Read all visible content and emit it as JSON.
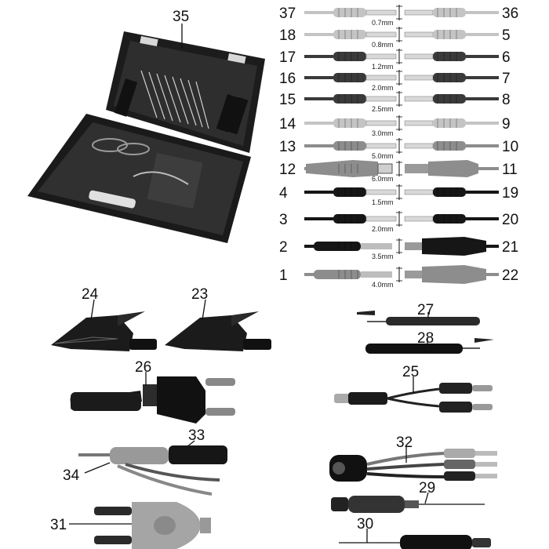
{
  "case": {
    "label": "35"
  },
  "connector_rows": [
    {
      "left": "37",
      "right": "36",
      "size": "0.7mm",
      "tone": "light",
      "style": "thin"
    },
    {
      "left": "18",
      "right": "5",
      "size": "0.8mm",
      "tone": "light",
      "style": "thin"
    },
    {
      "left": "17",
      "right": "6",
      "size": "1.2mm",
      "tone": "dark",
      "style": "thin"
    },
    {
      "left": "16",
      "right": "7",
      "size": "2.0mm",
      "tone": "dark",
      "style": "thin"
    },
    {
      "left": "15",
      "right": "8",
      "size": "2.5mm",
      "tone": "dark",
      "style": "thin"
    },
    {
      "left": "14",
      "right": "9",
      "size": "3.0mm",
      "tone": "light",
      "style": "thin"
    },
    {
      "left": "13",
      "right": "10",
      "size": "5.0mm",
      "tone": "mid",
      "style": "thin"
    },
    {
      "left": "12",
      "right": "11",
      "size": "6.0mm",
      "tone": "mid",
      "style": "big"
    },
    {
      "left": "4",
      "right": "19",
      "size": "1.5mm",
      "tone": "black",
      "style": "thin"
    },
    {
      "left": "3",
      "right": "20",
      "size": "2.0mm",
      "tone": "black",
      "style": "thin"
    },
    {
      "left": "2",
      "right": "21",
      "size": "3.5mm",
      "tone": "black",
      "style": "plug"
    },
    {
      "left": "1",
      "right": "22",
      "size": "4.0mm",
      "tone": "mid",
      "style": "plug"
    }
  ],
  "parts": {
    "clip_24": "24",
    "clip_23": "23",
    "probe_27": "27",
    "probe_28": "28",
    "adapter_26": "26",
    "cable_25": "25",
    "lead_33": "33",
    "lead_34": "34",
    "cable_32": "32",
    "probe_29": "29",
    "adapter_31": "31",
    "probe_30": "30"
  }
}
